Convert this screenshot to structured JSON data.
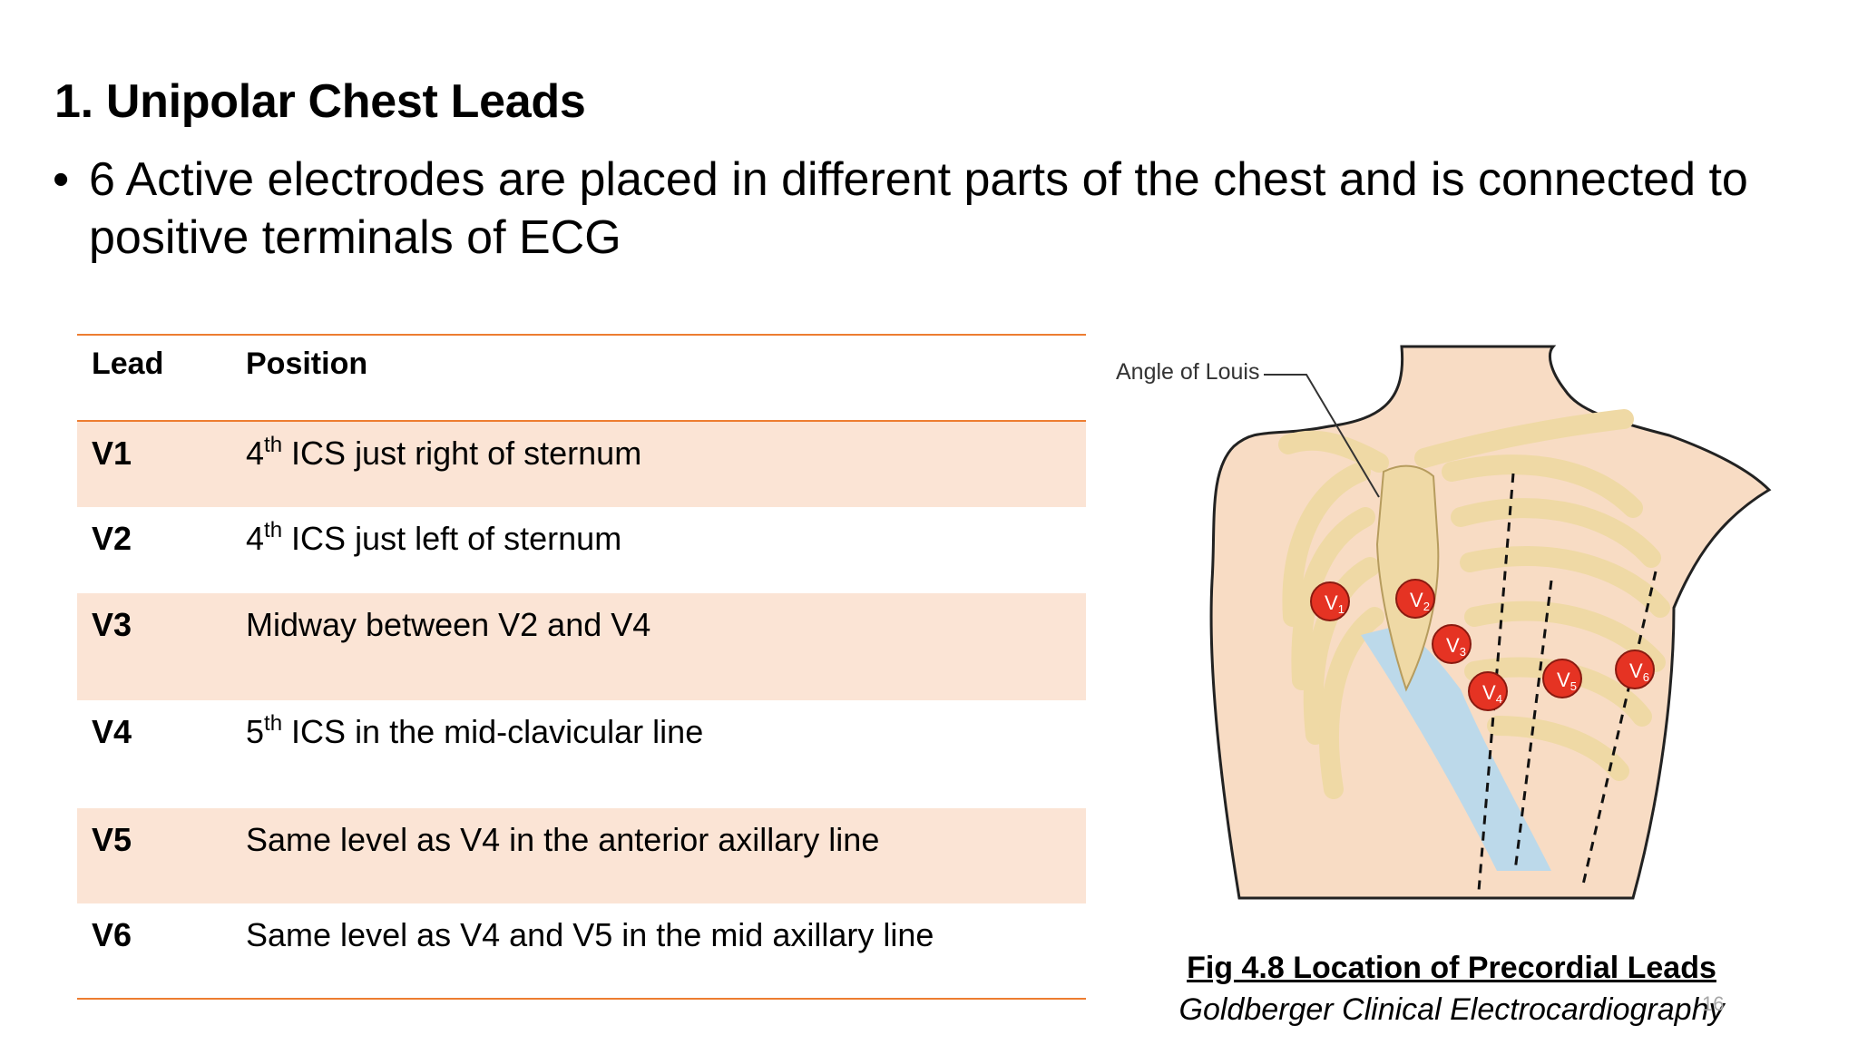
{
  "slide": {
    "title": "1. Unipolar Chest Leads",
    "bullet_symbol": "•",
    "bullet_text": "6 Active electrodes are placed in different parts of the chest and is connected to positive terminals of ECG",
    "page_number": "16"
  },
  "table": {
    "headers": {
      "lead": "Lead",
      "position": "Position"
    },
    "rows": [
      {
        "lead": "V1",
        "ord": "4",
        "sup": "th",
        "rest": " ICS just right of sternum"
      },
      {
        "lead": "V2",
        "ord": "4",
        "sup": "th",
        "rest": " ICS just left of sternum"
      },
      {
        "lead": "V3",
        "ord": "",
        "sup": "",
        "rest": "Midway between V2 and V4"
      },
      {
        "lead": "V4",
        "ord": "5",
        "sup": "th",
        "rest": " ICS in the mid-clavicular line"
      },
      {
        "lead": "V5",
        "ord": "",
        "sup": "",
        "rest": "Same level as V4 in the anterior axillary line"
      },
      {
        "lead": "V6",
        "ord": "",
        "sup": "",
        "rest": "Same level as V4 and V5 in the mid axillary line"
      }
    ]
  },
  "figure": {
    "label": "Angle of Louis",
    "electrodes": [
      {
        "letter": "V",
        "sub": "1"
      },
      {
        "letter": "V",
        "sub": "2"
      },
      {
        "letter": "V",
        "sub": "3"
      },
      {
        "letter": "V",
        "sub": "4"
      },
      {
        "letter": "V",
        "sub": "5"
      },
      {
        "letter": "V",
        "sub": "6"
      }
    ],
    "caption": "Fig 4.8 Location of Precordial Leads",
    "source": "Goldberger Clinical Electrocardiography"
  },
  "colors": {
    "table_accent": "#ed7d31",
    "row_shade": "#fbe4d5",
    "skin": "#f8dcc4",
    "rib": "#efd9a5",
    "cartilage": "#bcd9ea",
    "electrode": "#e53323"
  }
}
